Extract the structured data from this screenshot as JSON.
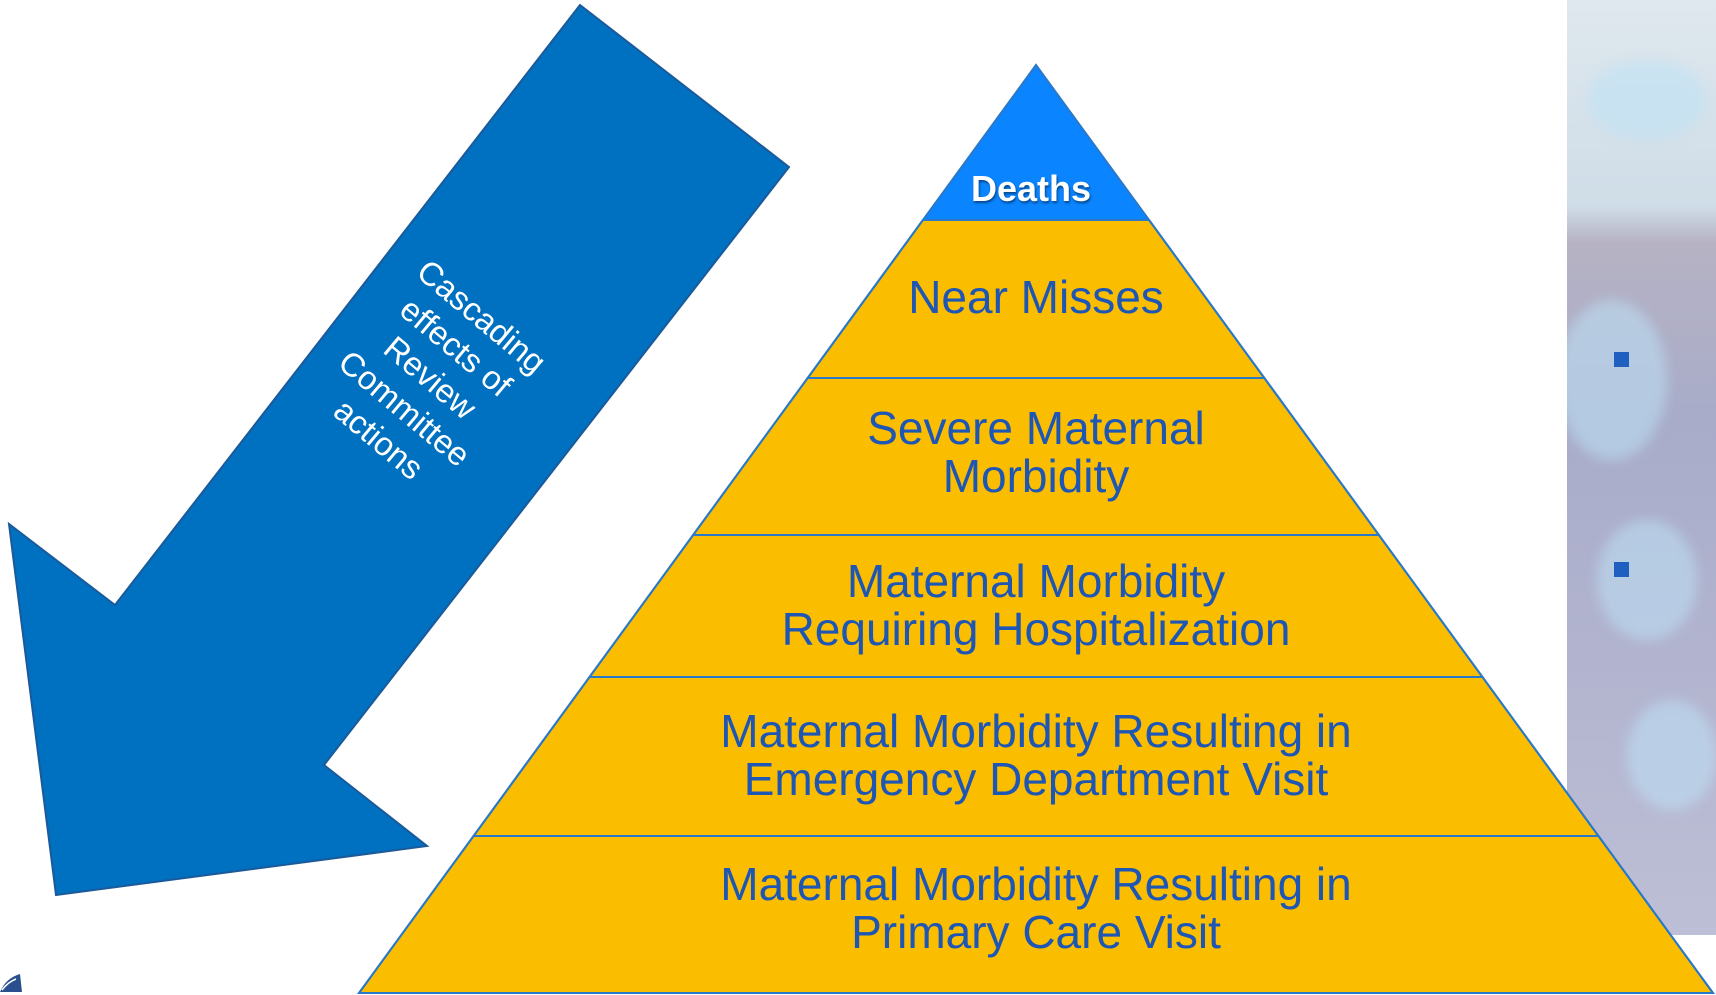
{
  "arrow": {
    "lines": [
      "Cascading",
      "effects of",
      "Review",
      "Committee",
      "actions"
    ],
    "color": "#0070c0"
  },
  "pyramid": {
    "apex": {
      "label": "Deaths",
      "color": "#0a84ff"
    },
    "layer_color": "#fbbd00",
    "line_color": "#2a78c8",
    "text_color": "#1d56b4",
    "layers": [
      {
        "lines": [
          "Near Misses"
        ]
      },
      {
        "lines": [
          "Severe Maternal",
          "Morbidity"
        ]
      },
      {
        "lines": [
          "Maternal Morbidity",
          "Requiring Hospitalization"
        ]
      },
      {
        "lines": [
          "Maternal Morbidity Resulting in",
          "Emergency Department Visit"
        ]
      },
      {
        "lines": [
          "Maternal Morbidity Resulting in",
          "Primary Care Visit"
        ]
      }
    ]
  },
  "right_panel": {
    "bullet_color": "#1f5fbf"
  }
}
